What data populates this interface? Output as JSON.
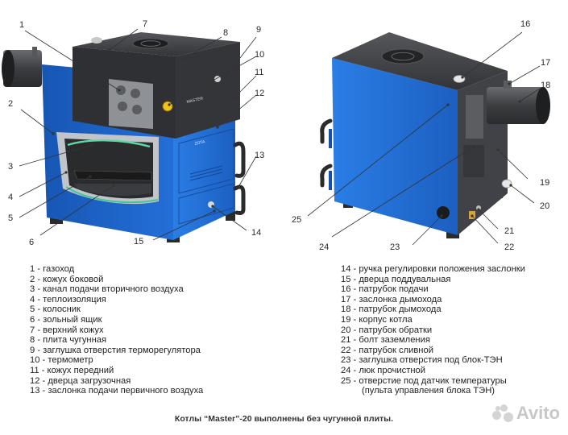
{
  "callouts": [
    "1",
    "2",
    "3",
    "4",
    "5",
    "6",
    "7",
    "8",
    "9",
    "10",
    "11",
    "12",
    "13",
    "14",
    "15",
    "16",
    "17",
    "18",
    "19",
    "20",
    "21",
    "22",
    "23",
    "24",
    "25"
  ],
  "legend_left": [
    "1 - газоход",
    "2 - кожух боковой",
    "3 - канал подачи вторичного воздуха",
    "4 - теплоизоляция",
    "5 - колосник",
    "6 - зольный ящик",
    "7 - верхний кожух",
    "8 - плита чугунная",
    "9 - заглушка отверстия терморегулятора",
    "10 - термометр",
    "11 - кожух передний",
    "12 - дверца загрузочная",
    "13 - заслонка подачи первичного воздуха"
  ],
  "legend_right": [
    "14 - ручка регулировки положения заслонки",
    "15 - дверца поддувальная",
    "16 - патрубок подачи",
    "17 - заслонка дымохода",
    "18 - патрубок дымохода",
    "19 - корпус котла",
    "20 - патрубок обратки",
    "21 - болт заземления",
    "22 - патрубок сливной",
    "23 - заглушка отверстия под блок-ТЭН",
    "24 - люк прочистной",
    "25 - отверстие под датчик температуры"
  ],
  "legend_right_cont": "(пульта управления блока ТЭН)",
  "footnote": "Котлы “Master”-20 выполнены без чугунной плиты.",
  "boiler_labels": {
    "brand": "MASTER",
    "model": "ZOTA"
  },
  "watermark": "Avito",
  "colors": {
    "body_blue": "#1f6fd6",
    "dark_gray": "#3a3b3e",
    "chimney_gray": "#4a4b4e",
    "insulation": "#b9bdc2"
  }
}
